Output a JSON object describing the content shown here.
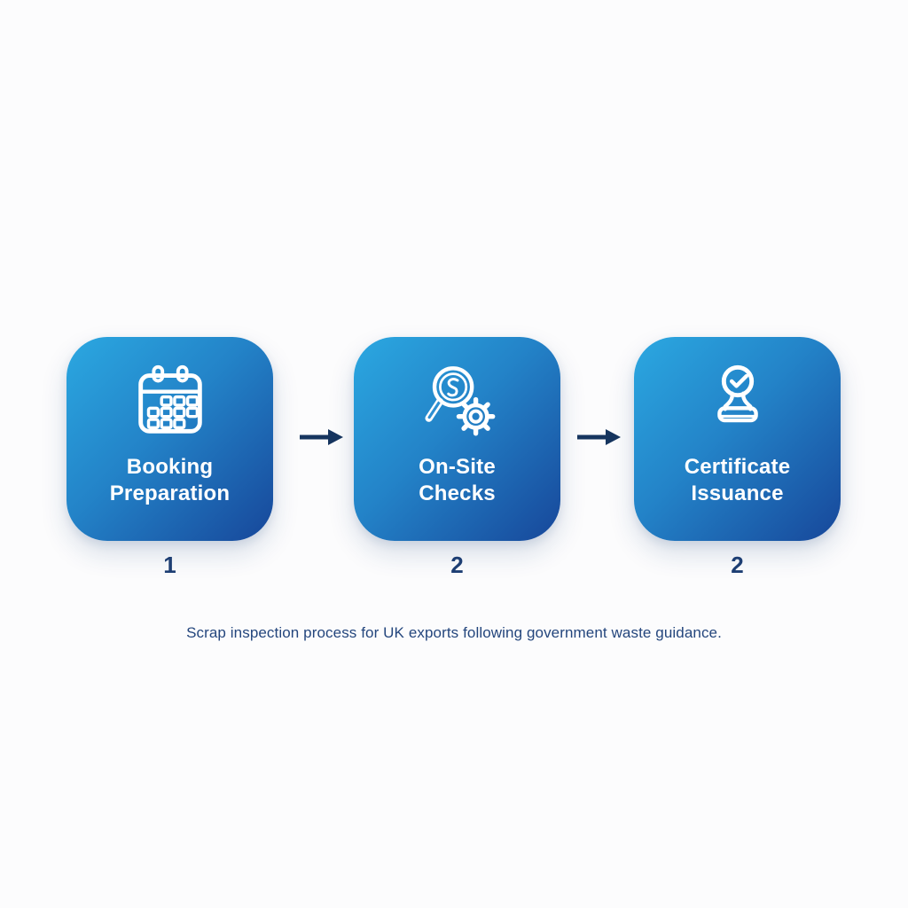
{
  "diagram": {
    "title": "",
    "type": "process-flow",
    "background_color": "#fcfcfd",
    "colors": {
      "card_gradient_start": "#2BA8E1",
      "card_gradient_end": "#17479A",
      "card_label": "#FFFFFF",
      "arrow": "#16355F",
      "step_number": "#1D3E73",
      "caption": "#24467D"
    },
    "steps": [
      {
        "icon": "calendar-icon",
        "label_line1": "Booking",
        "label_line2": "Preparation",
        "number": "1"
      },
      {
        "icon": "magnifier-gear-icon",
        "label_line1": "On-Site",
        "label_line2": "Checks",
        "number": "2"
      },
      {
        "icon": "stamp-check-icon",
        "label_line1": "Certificate",
        "label_line2": "Issuance",
        "number": "2"
      }
    ],
    "caption": "Scrap inspection process for UK exports following government waste guidance."
  }
}
